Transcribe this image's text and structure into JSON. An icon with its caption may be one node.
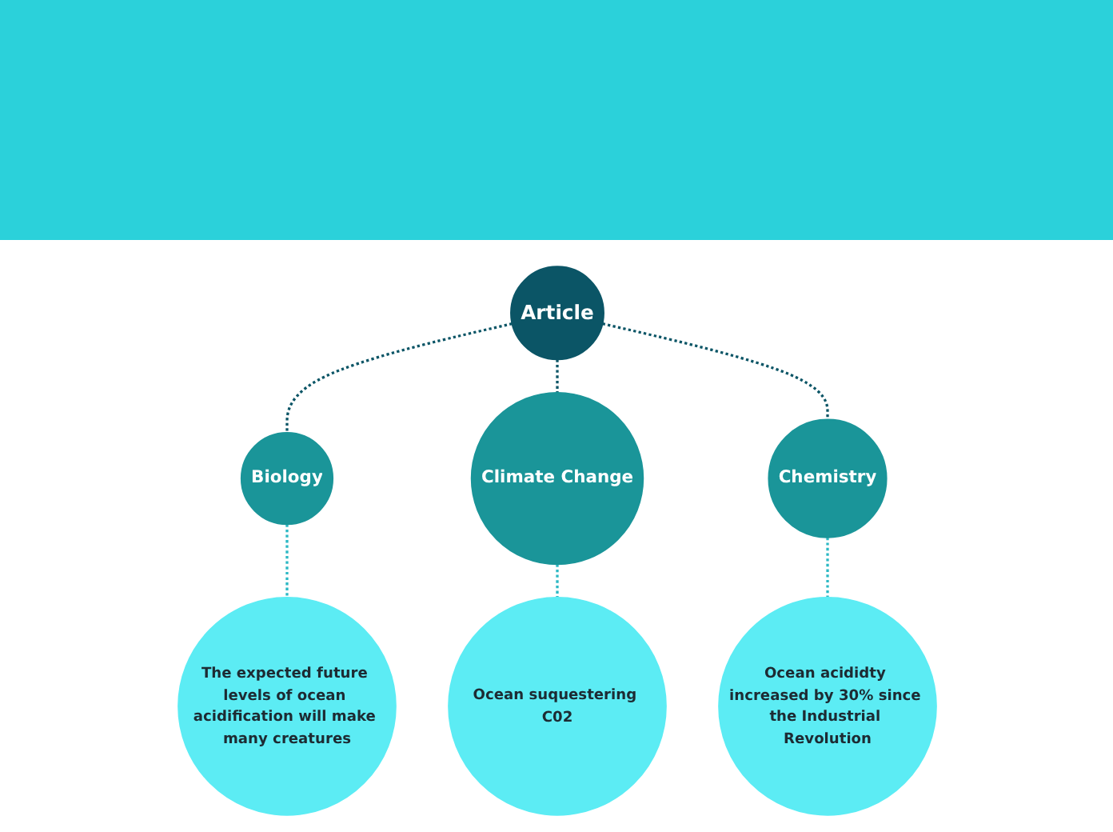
{
  "diagram": {
    "nodes": [
      {
        "text": [
          "Article"
        ]
      },
      {
        "text": [
          "Biology"
        ]
      },
      {
        "text": [
          "Climate Change"
        ]
      },
      {
        "text": [
          "Chemistry"
        ]
      },
      {
        "text": [
          "The expected future levels of ocean acidification will make many creatures"
        ]
      },
      {
        "text": [
          "Ocean suquestering C02"
        ]
      },
      {
        "text": [
          "Ocean acididty increased by 30% since the Industrial Revolution"
        ]
      }
    ],
    "edges": [
      {
        "from": 0,
        "to": 1,
        "arrow": "none",
        "style": "dashed",
        "color": "#0b5566"
      },
      {
        "from": 0,
        "to": 2,
        "arrow": "none",
        "style": "dashed",
        "color": "#0b5566"
      },
      {
        "from": 0,
        "to": 3,
        "arrow": "none",
        "style": "dashed",
        "color": "#0b5566"
      },
      {
        "from": 1,
        "to": 4,
        "arrow": "none",
        "style": "dashed",
        "color": "#2bb8c4"
      },
      {
        "from": 2,
        "to": 5,
        "arrow": "none",
        "style": "dashed",
        "color": "#2bb8c4"
      },
      {
        "from": 3,
        "to": 6,
        "arrow": "none",
        "style": "dashed",
        "color": "#2bb8c4"
      }
    ]
  }
}
